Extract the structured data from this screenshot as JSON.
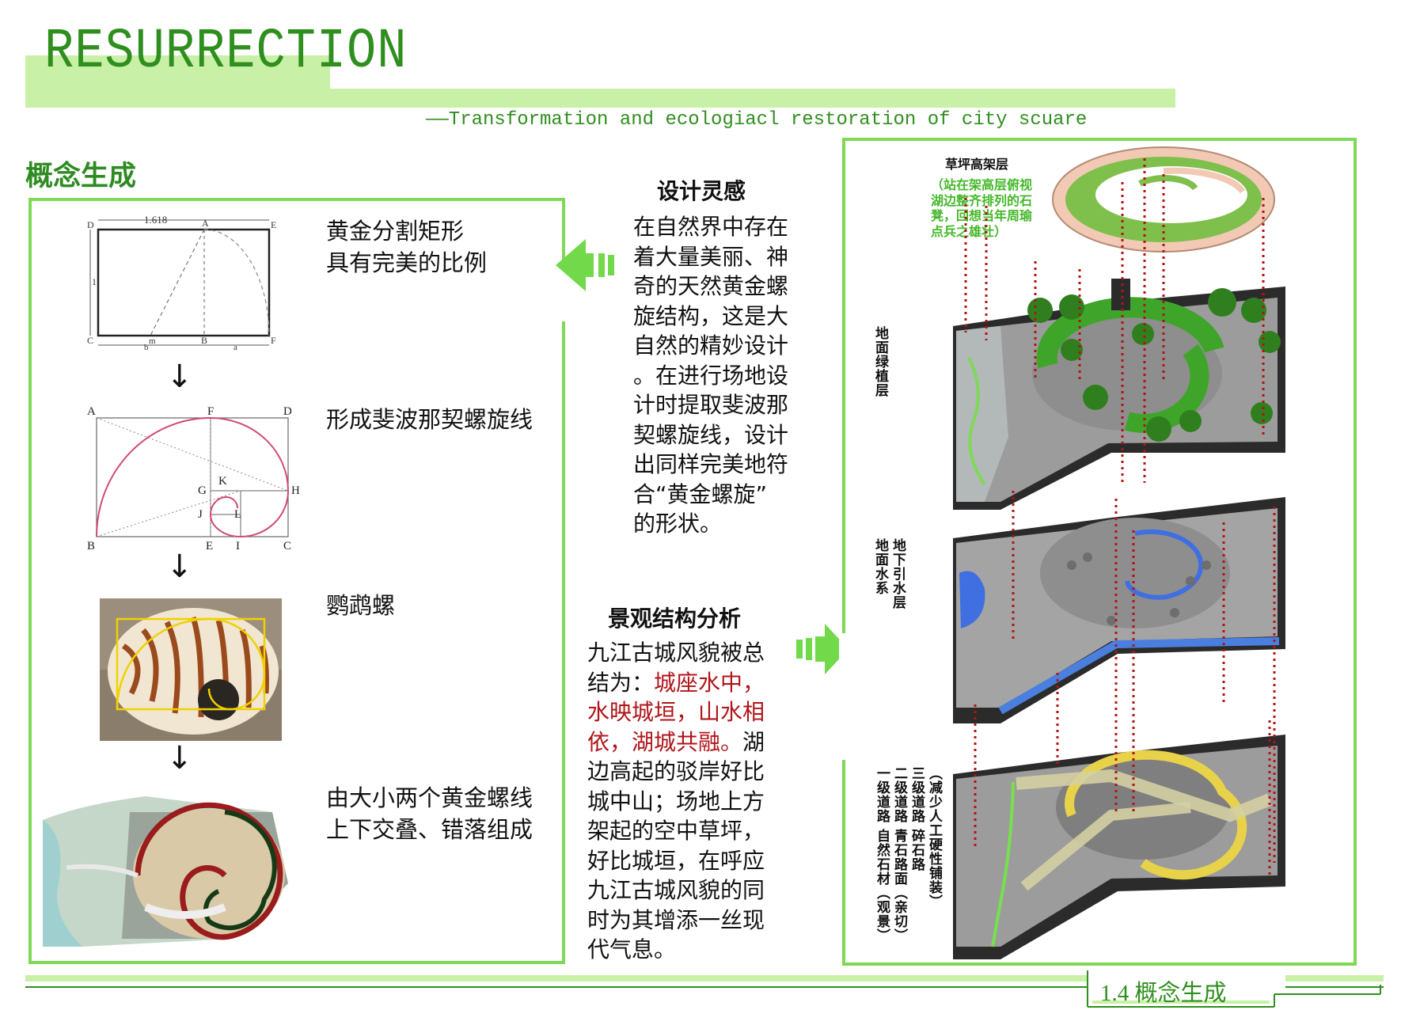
{
  "header": {
    "title": "RESURRECTION",
    "subtitle": "——Transformation and ecologiacl restoration of city scuare"
  },
  "section_title": "概念生成",
  "left_panel": {
    "step1_line1": "黄金分割矩形",
    "step1_line2": "具有完美的比例",
    "step2": "形成斐波那契螺旋线",
    "step3": "鹦鹉螺",
    "step4_line1": "由大小两个黄金螺线",
    "step4_line2": "上下交叠、错落组成",
    "arrow_glyph": "↓",
    "rect_diagram_labels": {
      "top": "1.618",
      "D": "D",
      "A": "A",
      "E": "E",
      "C": "C",
      "B": "B",
      "F": "F",
      "side": "1",
      "m": "m",
      "b": "b",
      "a": "a"
    },
    "spiral_diagram_labels": {
      "A": "A",
      "F": "F",
      "D": "D",
      "G": "G",
      "K": "K",
      "H": "H",
      "J": "J",
      "L": "L",
      "B": "B",
      "E": "E",
      "I": "I",
      "C": "C"
    }
  },
  "inspiration": {
    "title": "设计灵感",
    "lines": [
      "在自然界中存在",
      "着大量美丽、神",
      "奇的天然黄金螺",
      "旋结构，这是大",
      "自然的精妙设计",
      "。在进行场地设",
      "计时提取斐波那",
      "契螺旋线，设计",
      "出同样完美地符",
      "合“黄金螺旋”",
      "的形状。"
    ]
  },
  "analysis": {
    "title": "景观结构分析",
    "p1": "九江古城风貌被总",
    "p2a": "结为：",
    "p2b": "城座水中，",
    "p3": "水映城垣，山水相",
    "p4a": "依，湖城共融。",
    "p4b": "湖",
    "p5": "边高起的驳岸好比",
    "p6": "城中山；场地上方",
    "p7": "架起的空中草坪，",
    "p8": "好比城垣，在呼应",
    "p9": "九江古城风貌的同",
    "p10": "时为其增添一丝现",
    "p11": "代气息。"
  },
  "right_panel": {
    "layer1_title": "草坪高架层",
    "layer1_note": "（站在架高层俯视湖边整齐排列的石凳，回想当年周瑜点兵之雄壮）",
    "layer2_label": "地面绿植层",
    "layer3_label_a": "地面水系",
    "layer3_label_b": "地下引水层",
    "layer4_col1": "（减少人工硬性铺装）",
    "layer4_col2": "三级道路 碎石路",
    "layer4_col3": "二级道路 青石路面（亲切）",
    "layer4_col4": "一级道路 自然石材（观景）"
  },
  "footer": {
    "label": "1.4 概念生成"
  },
  "colors": {
    "green_dark": "#2f8f1e",
    "green_light": "#c8f0a6",
    "frame_green": "#7fd957",
    "red_text": "#b0151a",
    "spiral_pink": "#d04a78"
  }
}
